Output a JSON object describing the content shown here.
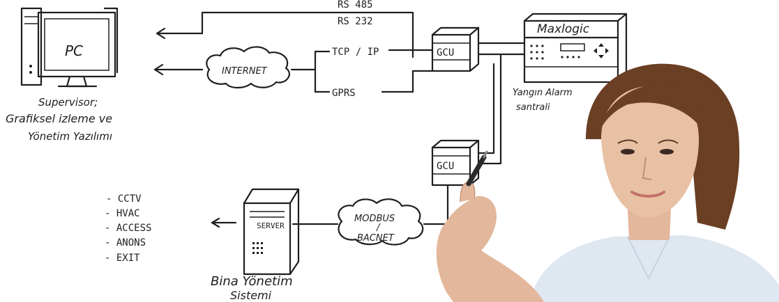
{
  "pc": {
    "label": "PC",
    "caption_line1": "Supervisor;",
    "caption_line2": "Grafiksel izleme ve",
    "caption_line3": "Yönetim Yazılımı"
  },
  "links": {
    "rs485": "RS 485",
    "rs232": "RS 232",
    "tcpip": "TCP / IP",
    "gprs": "GPRS",
    "internet": "INTERNET"
  },
  "gcu_top": {
    "label": "GCU"
  },
  "gcu_bottom": {
    "label": "GCU"
  },
  "panel": {
    "brand": "Maxlogic",
    "caption_line1": "Yangın Alarm",
    "caption_line2": "santrali"
  },
  "modbus_cloud": {
    "line1": "MODBUS",
    "line2": "/",
    "line3": "BACNET"
  },
  "server": {
    "label": "SERVER",
    "caption_line1": "Bina Yönetim",
    "caption_line2": "Sistemi"
  },
  "systems": [
    "- CCTV",
    "- HVAC",
    "- ACCESS",
    "- ANONS",
    "- EXIT"
  ],
  "colors": {
    "ink": "#1e1e1e",
    "background": "#ffffff",
    "skin": "#e8c0a4",
    "hair": "#6b3f24",
    "shirt": "#dfe7f1"
  }
}
